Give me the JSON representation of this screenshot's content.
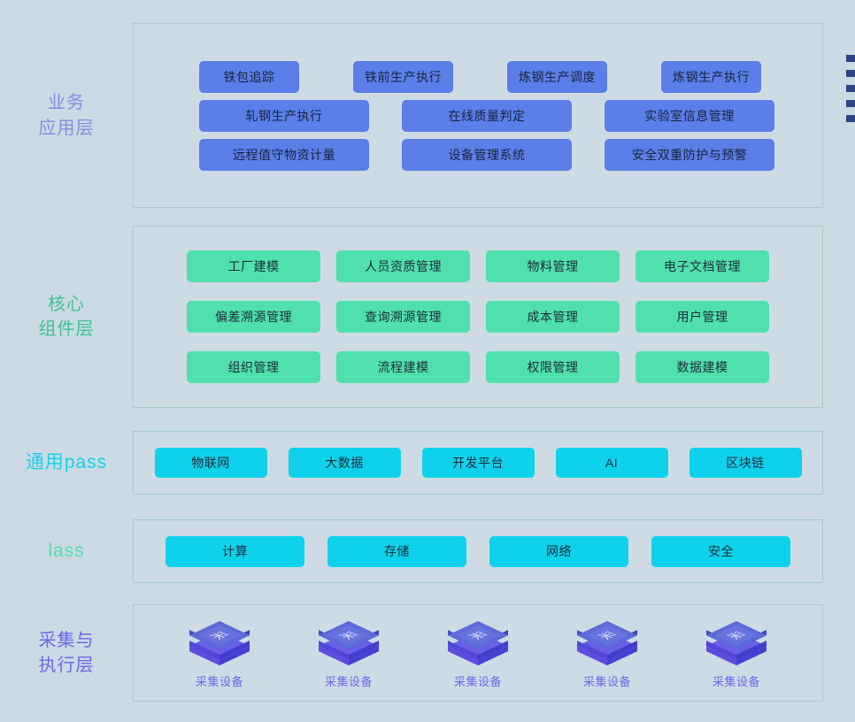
{
  "layers": [
    {
      "key": "business",
      "label": "业务\n应用层",
      "label_color": "#7d90e2",
      "chip_color": "#5b7ee8",
      "rows": [
        [
          "铁包追踪",
          "铁前生产执行",
          "炼钢生产调度",
          "炼钢生产执行"
        ],
        [
          "轧钢生产执行",
          "在线质量判定",
          "实验室信息管理"
        ],
        [
          "远程值守物资计量",
          "设备管理系统",
          "安全双重防护与预警"
        ]
      ]
    },
    {
      "key": "core",
      "label": "核心\n组件层",
      "label_color": "#3ec296",
      "chip_color": "#4fe0ad",
      "items": [
        "工厂建模",
        "人员资质管理",
        "物料管理",
        "电子文档管理",
        "偏差溯源管理",
        "查询溯源管理",
        "成本管理",
        "用户管理",
        "组织管理",
        "流程建模",
        "权限管理",
        "数据建模"
      ]
    },
    {
      "key": "paas",
      "label": "通用pass",
      "label_color": "#1bcfe9",
      "chip_color": "#0ed2eb",
      "items": [
        "物联网",
        "大数据",
        "开发平台",
        "AI",
        "区块链"
      ]
    },
    {
      "key": "iaas",
      "label": "lass",
      "label_color": "#4fdfad",
      "chip_color": "#0ed2eb",
      "items": [
        "计算",
        "存储",
        "网络",
        "安全"
      ]
    },
    {
      "key": "collect",
      "label": "采集与\n执行层",
      "label_color": "#6d66e8",
      "device_glyph": "采",
      "devices": [
        "采集设备",
        "采集设备",
        "采集设备",
        "采集设备",
        "采集设备"
      ]
    }
  ],
  "edge_legend": {
    "marker_color": "#2f4583",
    "count": 5
  },
  "theme": {
    "background": "#ccdae4",
    "chip_text": "#1d2b3a",
    "panel_border": "#b3c4d4"
  }
}
